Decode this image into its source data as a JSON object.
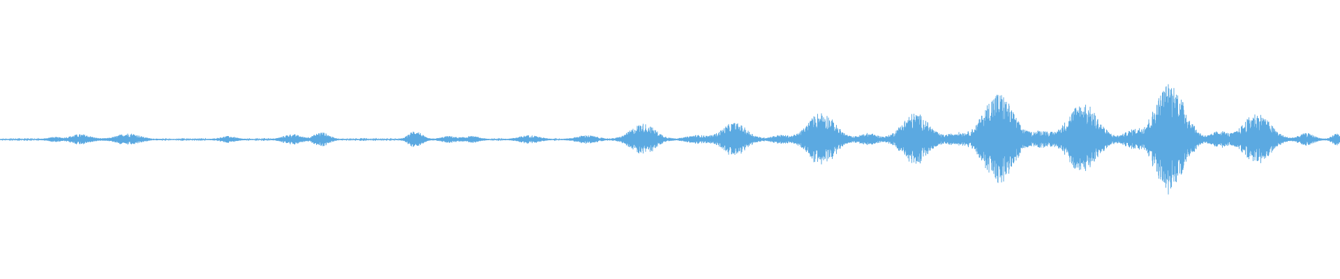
{
  "waveform": {
    "color": "#5BA9E1",
    "background": "#FFFFFF",
    "duration_fraction_basis": "normalized-time",
    "bursts": [
      {
        "t": 0.04,
        "amp": 0.02,
        "width": 0.01
      },
      {
        "t": 0.06,
        "amp": 0.05,
        "width": 0.016
      },
      {
        "t": 0.096,
        "amp": 0.06,
        "width": 0.018
      },
      {
        "t": 0.17,
        "amp": 0.03,
        "width": 0.012
      },
      {
        "t": 0.218,
        "amp": 0.05,
        "width": 0.014
      },
      {
        "t": 0.24,
        "amp": 0.07,
        "width": 0.012
      },
      {
        "t": 0.31,
        "amp": 0.09,
        "width": 0.01
      },
      {
        "t": 0.335,
        "amp": 0.03,
        "width": 0.012
      },
      {
        "t": 0.352,
        "amp": 0.03,
        "width": 0.012
      },
      {
        "t": 0.395,
        "amp": 0.04,
        "width": 0.016
      },
      {
        "t": 0.438,
        "amp": 0.04,
        "width": 0.016
      },
      {
        "t": 0.48,
        "amp": 0.16,
        "width": 0.02
      },
      {
        "t": 0.52,
        "amp": 0.04,
        "width": 0.016
      },
      {
        "t": 0.548,
        "amp": 0.17,
        "width": 0.02
      },
      {
        "t": 0.582,
        "amp": 0.04,
        "width": 0.014
      },
      {
        "t": 0.613,
        "amp": 0.28,
        "width": 0.022
      },
      {
        "t": 0.648,
        "amp": 0.06,
        "width": 0.014
      },
      {
        "t": 0.683,
        "amp": 0.27,
        "width": 0.022
      },
      {
        "t": 0.714,
        "amp": 0.06,
        "width": 0.014
      },
      {
        "t": 0.745,
        "amp": 0.48,
        "width": 0.024
      },
      {
        "t": 0.777,
        "amp": 0.08,
        "width": 0.014
      },
      {
        "t": 0.808,
        "amp": 0.38,
        "width": 0.024
      },
      {
        "t": 0.845,
        "amp": 0.08,
        "width": 0.014
      },
      {
        "t": 0.873,
        "amp": 0.58,
        "width": 0.024
      },
      {
        "t": 0.91,
        "amp": 0.08,
        "width": 0.012
      },
      {
        "t": 0.938,
        "amp": 0.27,
        "width": 0.022
      },
      {
        "t": 0.975,
        "amp": 0.06,
        "width": 0.012
      },
      {
        "t": 0.998,
        "amp": 0.06,
        "width": 0.008
      }
    ]
  }
}
